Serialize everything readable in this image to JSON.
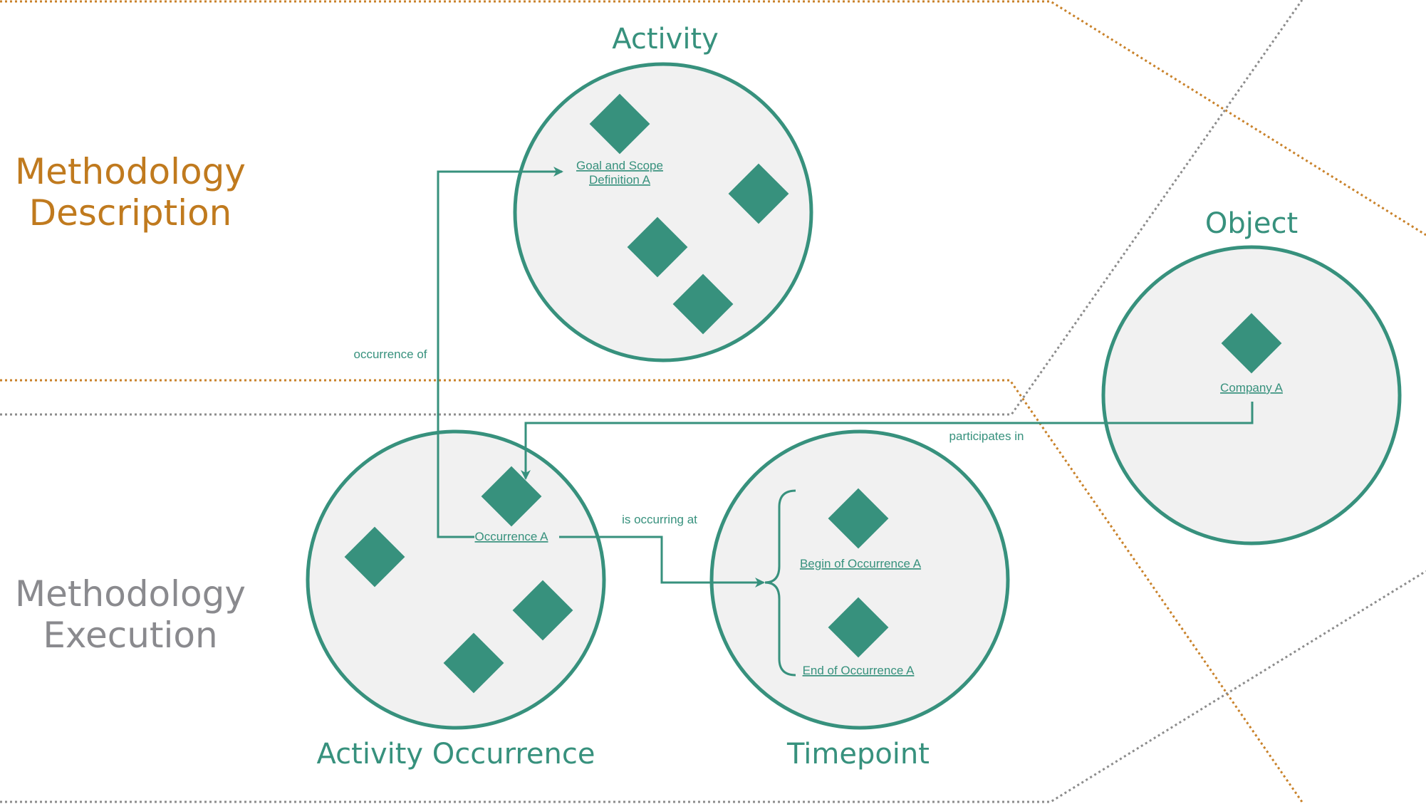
{
  "colors": {
    "teal": "#37917d",
    "circle_fill": "#f1f1f1",
    "orange": "#c07a1e",
    "gray": "#8a8a8e",
    "orange_dotted": "#c9822a",
    "gray_dotted": "#8c8c8c"
  },
  "sections": {
    "description": {
      "line1": "Methodology",
      "line2": "Description"
    },
    "execution": {
      "line1": "Methodology",
      "line2": "Execution"
    }
  },
  "circles": {
    "activity": {
      "title": "Activity"
    },
    "object": {
      "title": "Object"
    },
    "activity_occurrence": {
      "title": "Activity Occurrence"
    },
    "timepoint": {
      "title": "Timepoint"
    }
  },
  "nodes": {
    "goal_and_scope": {
      "line1": "Goal and Scope",
      "line2": "Definition A"
    },
    "company": {
      "label": "Company A"
    },
    "occurrence": {
      "label": "Occurrence A"
    },
    "begin": {
      "label": "Begin of Occurrence A"
    },
    "end": {
      "label": "End of Occurrence A"
    }
  },
  "edges": {
    "occurrence_of": "occurrence of",
    "participates_in": "participates in",
    "is_occurring_at": "is occurring at"
  },
  "icons": {
    "diamond": "diamond-icon"
  }
}
